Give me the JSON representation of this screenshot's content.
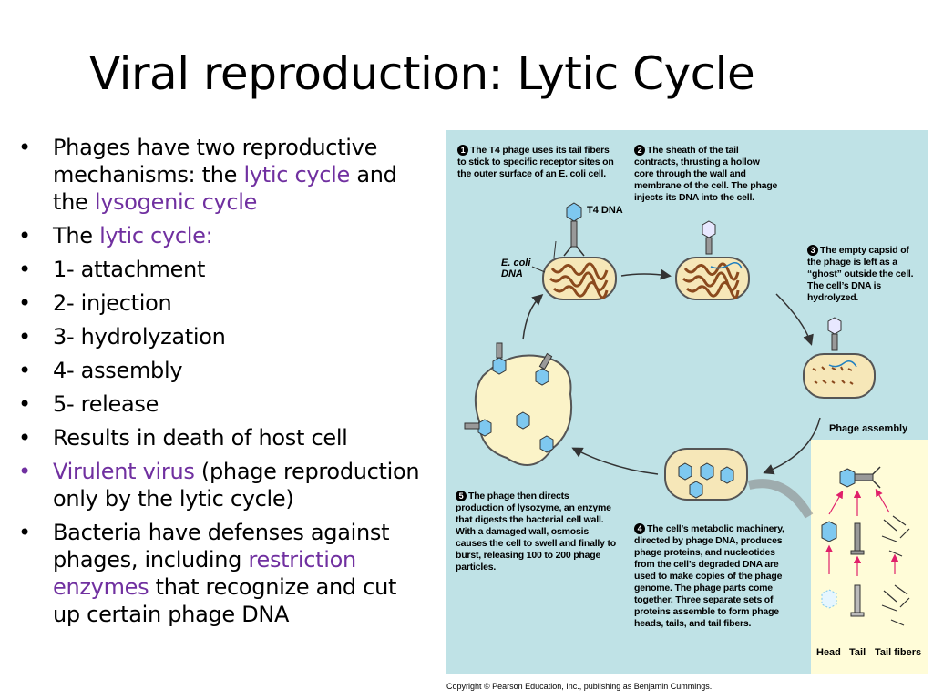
{
  "slide": {
    "title": "Viral reproduction: Lytic Cycle"
  },
  "bullets": [
    {
      "parts": [
        "Phages have two reproductive mechanisms: the ",
        "lytic cycle",
        " and the ",
        "lysogenic cycle",
        ""
      ]
    },
    {
      "parts": [
        "The ",
        "lytic cycle:"
      ]
    },
    {
      "parts": [
        "1- attachment"
      ]
    },
    {
      "parts": [
        "2- injection"
      ]
    },
    {
      "parts": [
        "3- hydrolyzation"
      ]
    },
    {
      "parts": [
        "4- assembly"
      ]
    },
    {
      "parts": [
        "5- release"
      ]
    },
    {
      "parts": [
        "Results in death of host cell"
      ]
    },
    {
      "parts": [
        "",
        "Virulent virus",
        " (phage reproduction only by the lytic cycle)"
      ]
    },
    {
      "parts": [
        "Bacteria have defenses against phages, including ",
        "restriction enzymes",
        " that recognize and cut up certain phage DNA"
      ]
    }
  ],
  "figure": {
    "steps": [
      {
        "num": "1",
        "text": "The T4 phage uses its tail fibers to stick to specific receptor sites on the outer surface of an E. coli cell."
      },
      {
        "num": "2",
        "text": "The sheath of the tail contracts, thrusting a hollow core through the wall and membrane of the cell. The phage injects its DNA into the cell."
      },
      {
        "num": "3",
        "text": "The empty capsid of the phage is left as a “ghost” outside the cell. The cell’s DNA is hydrolyzed."
      },
      {
        "num": "4",
        "text": "The cell’s metabolic machinery, directed by phage DNA, produces phage proteins, and nucleotides from the cell’s degraded DNA are used to make copies of the phage genome. The phage parts come together. Three separate sets of proteins assemble to form phage heads, tails, and tail fibers."
      },
      {
        "num": "5",
        "text": "The phage then directs production of lysozyme, an enzyme that digests the bacterial cell wall. With a damaged wall, osmosis causes the cell to swell and finally to burst, releasing 100 to 200 phage particles."
      }
    ],
    "labels": {
      "t4_dna": "T4 DNA",
      "ecoli_dna": "E. coli DNA",
      "phage_assembly": "Phage assembly",
      "head": "Head",
      "tail": "Tail",
      "tail_fibers": "Tail fibers"
    },
    "colors": {
      "background": "#bfe2e6",
      "cell": "#f6e7b8",
      "dna": "#8b4a1e",
      "phage_head": "#7ec8f0",
      "arrow": "#333333",
      "pink_arrow": "#e0206a"
    }
  },
  "copyright": "Copyright © Pearson Education, Inc., publishing as Benjamin Cummings."
}
